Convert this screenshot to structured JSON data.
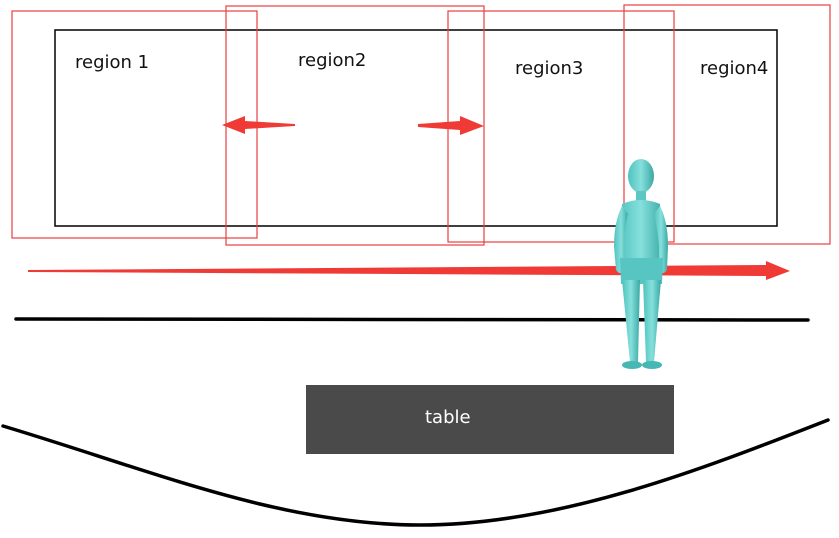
{
  "regions": [
    {
      "label": "region 1"
    },
    {
      "label": "region2"
    },
    {
      "label": "region3"
    },
    {
      "label": "region4"
    }
  ],
  "table": {
    "label": "table"
  },
  "colors": {
    "region_border": "#e8403f",
    "arrow": "#f03a36",
    "screen_border": "#000000",
    "table_fill": "#4a4a4a",
    "person_body": "#6fd3cf",
    "person_shade": "#3fb1ad",
    "line": "#000000"
  },
  "icons": {
    "person": "standing-person-figure",
    "arrow_left": "arrow-left-icon",
    "arrow_right": "arrow-right-icon"
  }
}
